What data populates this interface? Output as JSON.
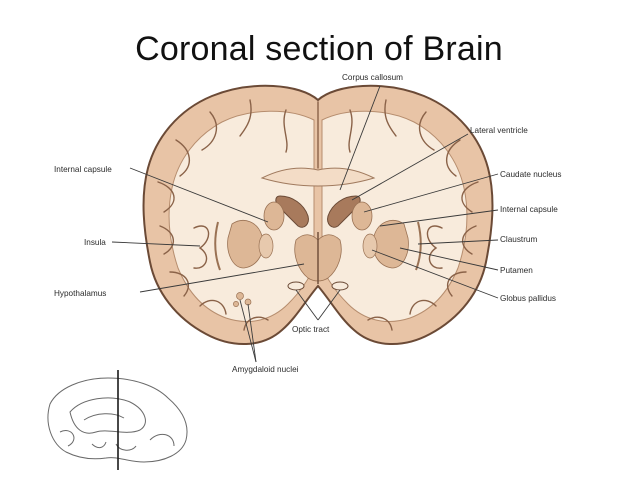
{
  "slide": {
    "title": "Coronal section of Brain"
  },
  "colors": {
    "cortex": "#e8c4a6",
    "cortex_outline": "#6b4a36",
    "white_matter": "#f8ebdc",
    "ventricle": "#a87a5c",
    "nuclei": "#ddb796",
    "leader": "#3a3a3a"
  },
  "labels": {
    "corpus_callosum": "Corpus callosum",
    "lateral_ventricle": "Lateral ventricle",
    "caudate_nucleus": "Caudate nucleus",
    "internal_capsule_right": "Internal capsule",
    "claustrum": "Claustrum",
    "putamen": "Putamen",
    "globus_pallidus": "Globus pallidus",
    "internal_capsule_left": "Internal capsule",
    "insula": "Insula",
    "hypothalamus": "Hypothalamus",
    "optic_tract": "Optic tract",
    "amygdaloid_nuclei": "Amygdaloid nuclei"
  }
}
